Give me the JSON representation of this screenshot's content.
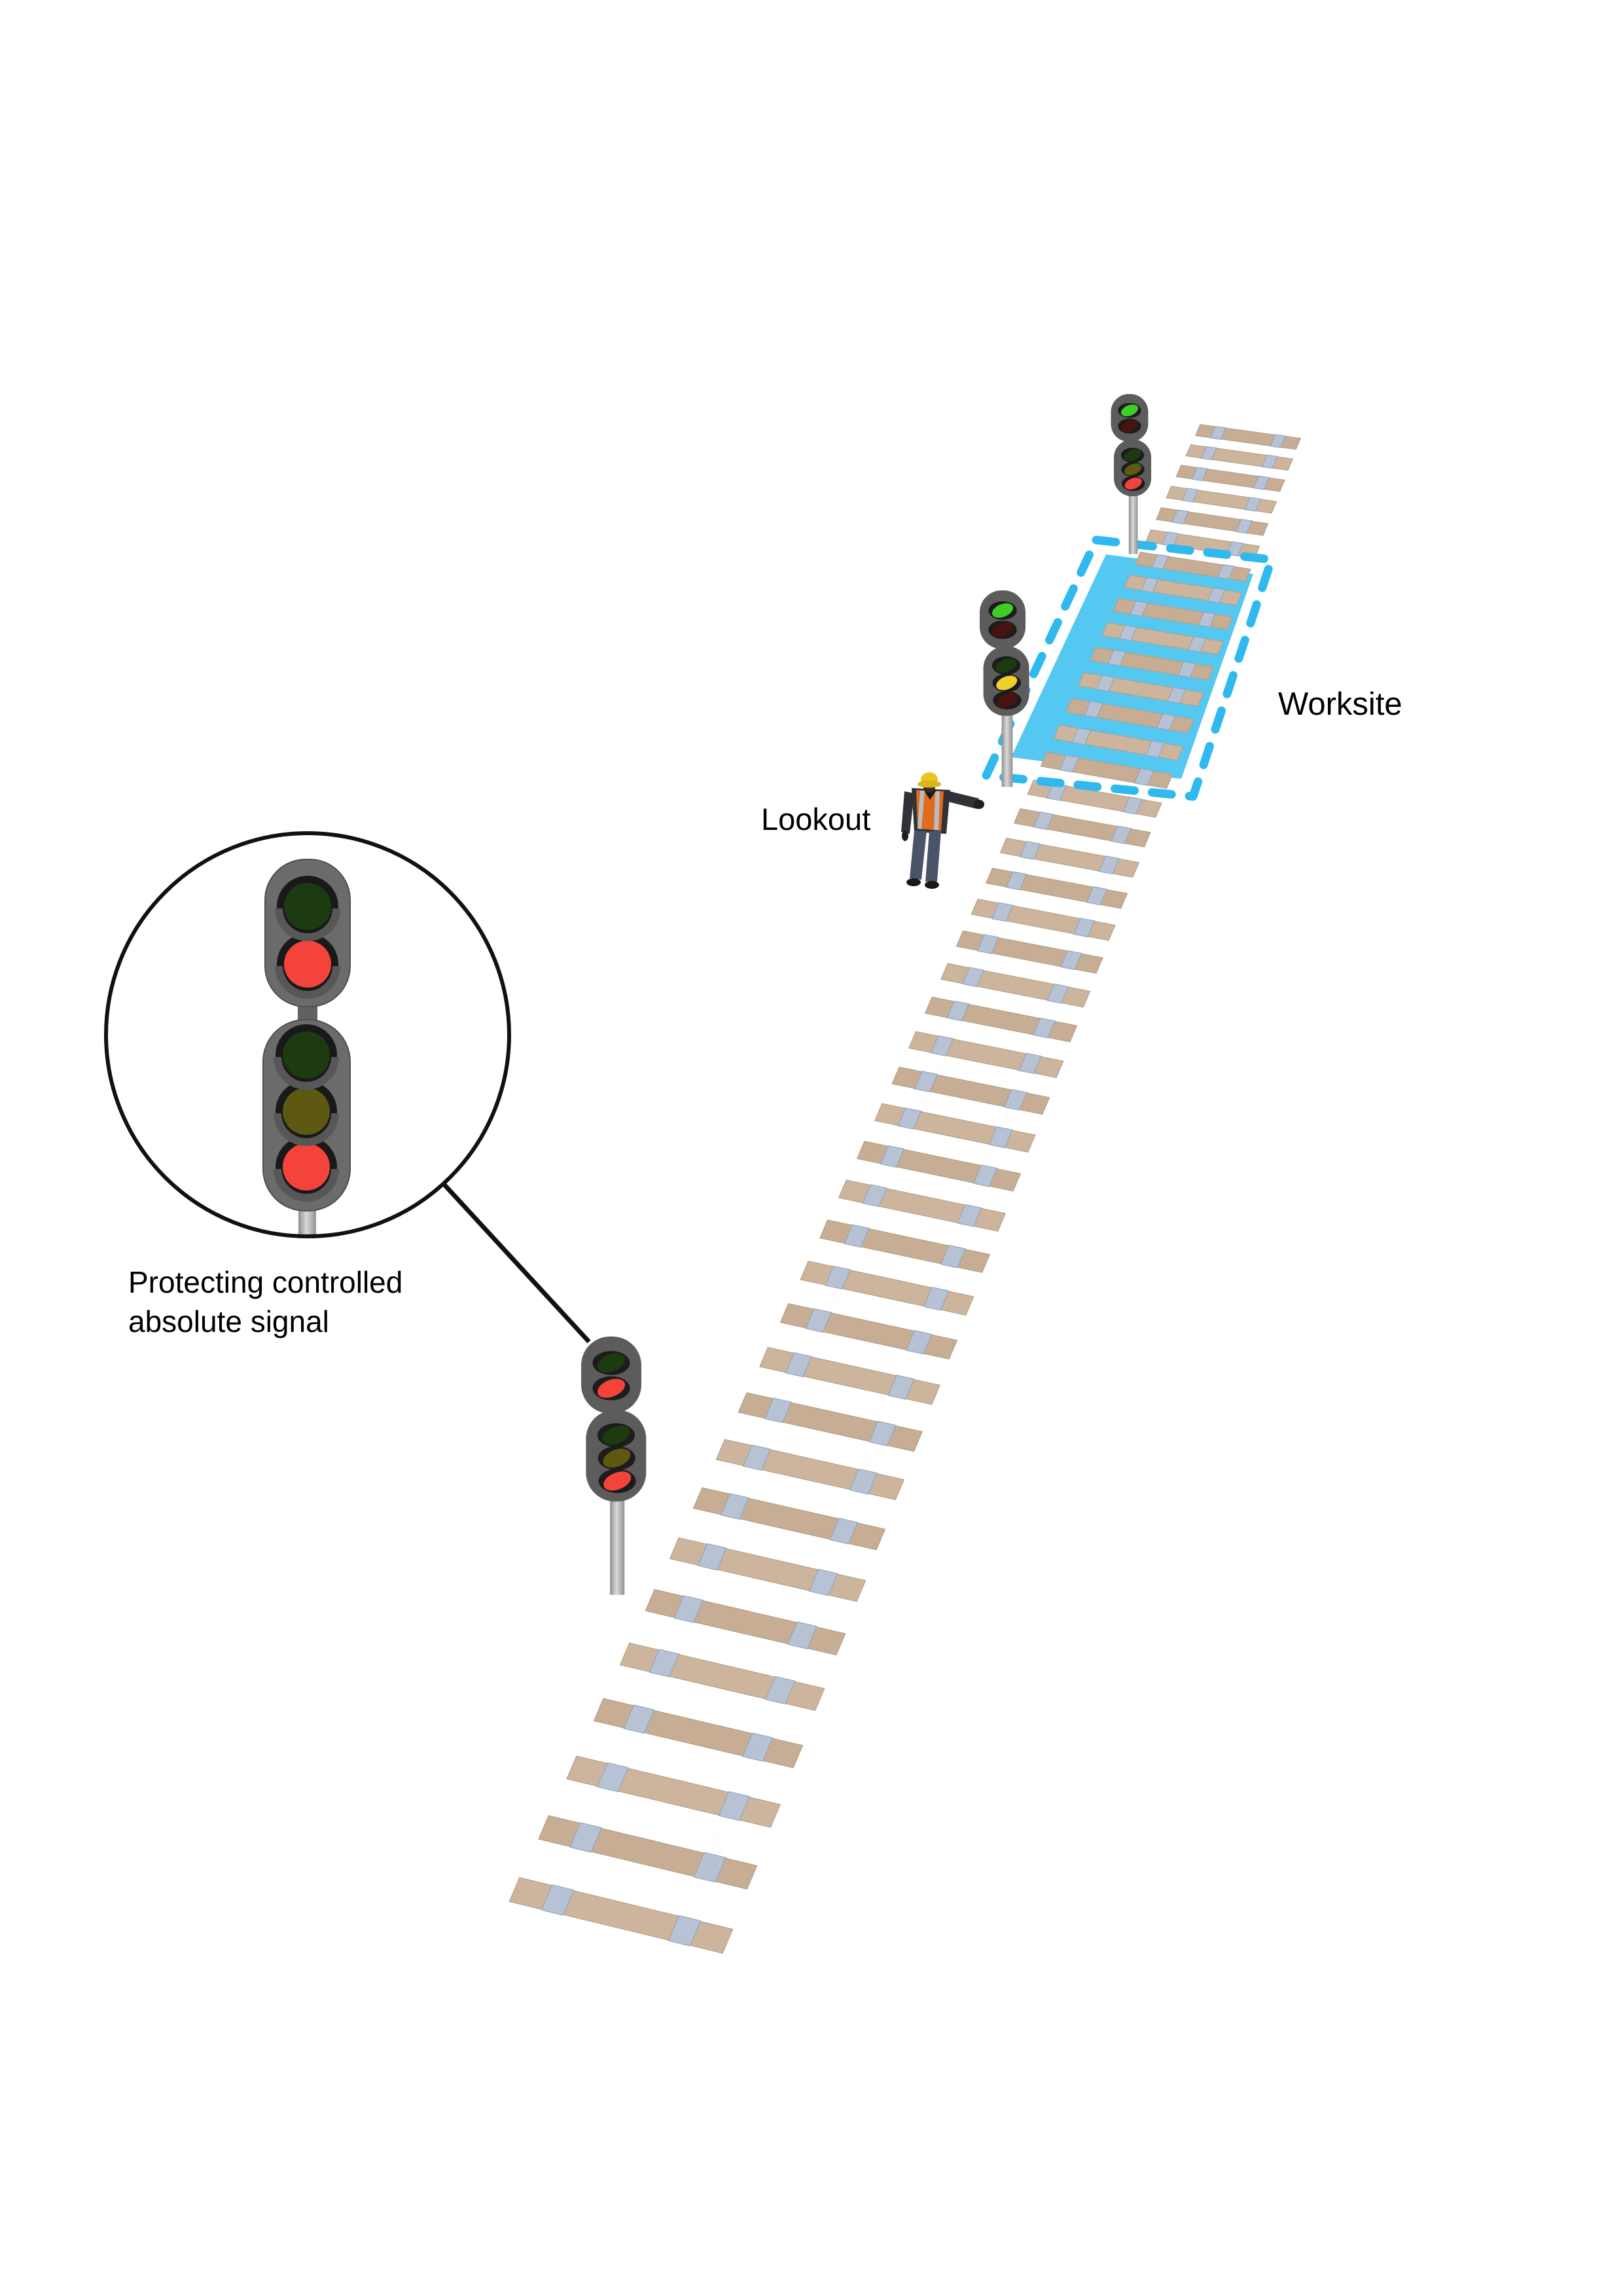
{
  "labels": {
    "worksite": "Worksite",
    "lookout": "Lookout",
    "protecting_line1": "Protecting controlled",
    "protecting_line2": "absolute signal"
  },
  "colors": {
    "background": "#ffffff",
    "worksite_fill": "#55c8f1",
    "worksite_dash": "#2fb9ee",
    "sleeper_a": "#cdb49c",
    "sleeper_b": "#c6ad94",
    "sleeper_edge": "#b29c84",
    "rail_steel": "#9aa5b1",
    "rail_rust": "#a87a5e",
    "baseplate": "#b7c3d4",
    "baseplate_edge": "#8fa0b5",
    "signal_housing": "#5c5c5c",
    "signal_housing_edge": "#454545",
    "lamp_recess": "#1c1c1c",
    "hood": "#575757",
    "circle_stroke": "#111111",
    "callout_line": "#111111",
    "text": "#000000"
  },
  "lamp_palette": {
    "green_lit": "#3fcd27",
    "green_unlit": "#1d3b11",
    "yellow_lit": "#f0d02a",
    "yellow_unlit": "#5e5912",
    "red_lit": "#f4433b",
    "red_unlit": "#4a1311"
  },
  "signals": {
    "far_worksite_signal": {
      "description": "signal at far end of worksite",
      "heads": [
        {
          "lamps": [
            {
              "aspect": "green",
              "state": "lit",
              "color": "#3fcd27"
            },
            {
              "aspect": "red",
              "state": "unlit",
              "color": "#4a1311"
            }
          ]
        },
        {
          "lamps": [
            {
              "aspect": "green",
              "state": "unlit",
              "color": "#1d3b11"
            },
            {
              "aspect": "yellow",
              "state": "unlit",
              "color": "#5e5912"
            },
            {
              "aspect": "red",
              "state": "lit",
              "color": "#f4433b"
            }
          ]
        }
      ]
    },
    "near_worksite_signal": {
      "description": "signal at near end of worksite beside lookout",
      "heads": [
        {
          "lamps": [
            {
              "aspect": "green",
              "state": "lit",
              "color": "#3fcd27"
            },
            {
              "aspect": "red",
              "state": "unlit",
              "color": "#4a1311"
            }
          ]
        },
        {
          "lamps": [
            {
              "aspect": "green",
              "state": "unlit",
              "color": "#1d3b11"
            },
            {
              "aspect": "yellow",
              "state": "lit",
              "color": "#f0d02a"
            },
            {
              "aspect": "red",
              "state": "unlit",
              "color": "#4a1311"
            }
          ]
        }
      ]
    },
    "protecting_signal": {
      "description": "protecting controlled absolute signal (shown magnified)",
      "heads": [
        {
          "lamps": [
            {
              "aspect": "green",
              "state": "unlit",
              "color": "#1d3b11"
            },
            {
              "aspect": "red",
              "state": "lit",
              "color": "#f4433b"
            }
          ]
        },
        {
          "lamps": [
            {
              "aspect": "green",
              "state": "unlit",
              "color": "#1d3b11"
            },
            {
              "aspect": "yellow",
              "state": "unlit",
              "color": "#5e5912"
            },
            {
              "aspect": "red",
              "state": "lit",
              "color": "#f4433b"
            }
          ]
        }
      ]
    }
  },
  "person": {
    "role": "Lookout",
    "hat": "#ecc41f",
    "hat_brim": "#d9b51c",
    "skin": "#3a2a22",
    "hand": "#241d18",
    "jacket": "#303238",
    "vest": "#e06b1d",
    "stripe": "#b9bcc1",
    "jeans": "#4a5468",
    "shoes": "#17181a"
  }
}
